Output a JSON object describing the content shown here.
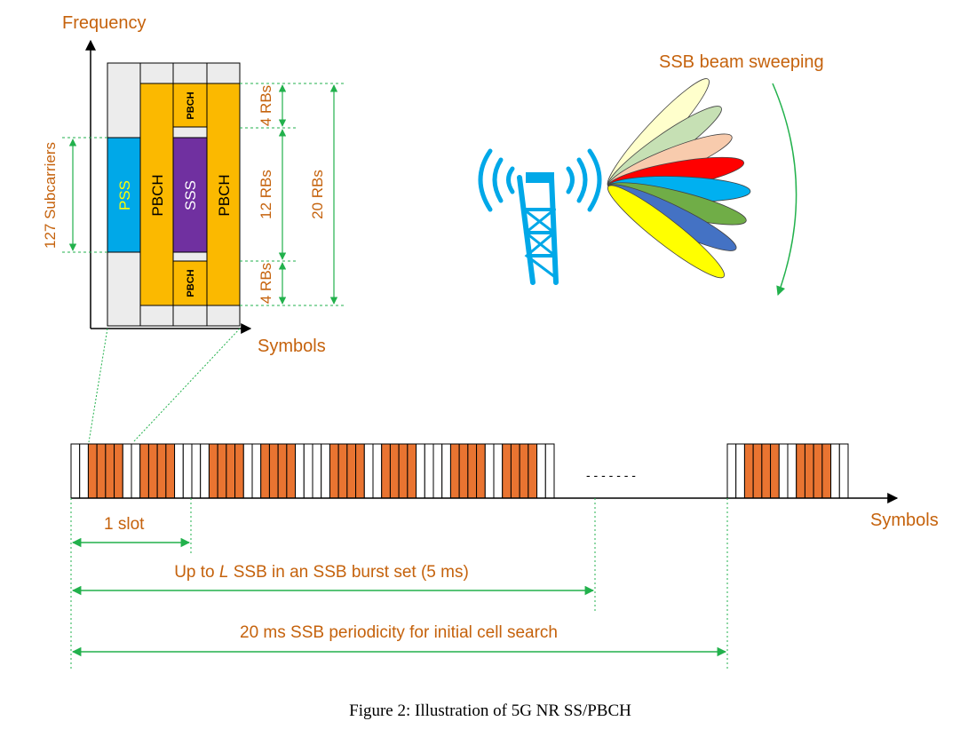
{
  "colors": {
    "accent_text": "#c5620c",
    "gold": "#fbb900",
    "purple": "#7030a0",
    "pss_blue": "#00a8e8",
    "gray_cell": "#ececec",
    "dimension_green": "#22b14c",
    "ssb_symbol_orange": "#e97431",
    "tower_blue": "#00a8e8"
  },
  "resource_grid": {
    "frequency_label": "Frequency",
    "symbols_label": "Symbols",
    "subcarriers_label": "127 Subcarriers",
    "pss_label": "PSS",
    "sss_label": "SSS",
    "pbch_label": "PBCH",
    "pbch_small_label": "PBCH",
    "rb_top_label": "4 RBs",
    "rb_middle_label": "12 RBs",
    "rb_bottom_label": "4 RBs",
    "rb_total_label": "20 RBs"
  },
  "beam": {
    "title": "SSB beam sweeping",
    "icon": "antenna-tower-icon",
    "beam_colors": [
      "#ffffcc",
      "#c6e0b4",
      "#f8cbad",
      "#ff0000",
      "#00b0f0",
      "#70ad47",
      "#4472c4",
      "#ffff00"
    ]
  },
  "timeline": {
    "symbols_label": "Symbols",
    "ellipsis": "- - - - - - -",
    "slot_label": "1 slot",
    "burst_label_prefix": "Up to ",
    "burst_label_var": "L",
    "burst_label_suffix": " SSB in an SSB burst set (5 ms)",
    "periodicity_label": "20 ms SSB periodicity for initial cell search"
  },
  "caption": "Figure 2: Illustration of 5G NR SS/PBCH"
}
